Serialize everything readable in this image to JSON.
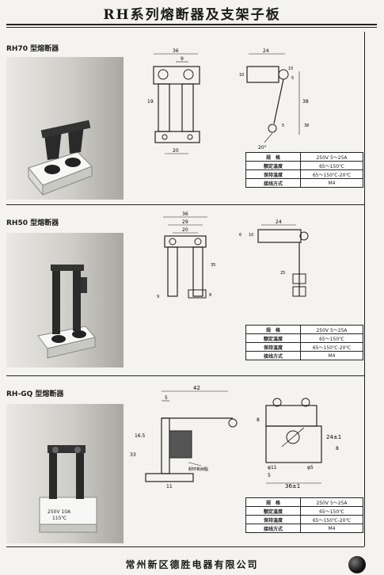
{
  "page": {
    "title": "RH系列熔断器及支架子板",
    "footer": "常州新区德胜电器有限公司"
  },
  "sections": [
    {
      "model_label": "RH70 型熔断器",
      "dims_top": [
        "36",
        "9",
        "24",
        "38"
      ],
      "dims_side": [
        "19",
        "10",
        "15",
        "5",
        "5",
        "38"
      ],
      "dims_bottom": [
        "20",
        "20°"
      ],
      "specs": [
        {
          "key": "规　格",
          "value": "250V 5～25A"
        },
        {
          "key": "额定温度",
          "value": "65～150℃"
        },
        {
          "key": "保持温度",
          "value": "65～150℃-20℃"
        },
        {
          "key": "接线方式",
          "value": "M4"
        }
      ]
    },
    {
      "model_label": "RH50 型熔断器",
      "dims_top": [
        "36",
        "29",
        "20",
        "24"
      ],
      "dims_side": [
        "6",
        "10",
        "35",
        "25",
        "9",
        "8"
      ],
      "specs": [
        {
          "key": "规　格",
          "value": "250V 5～25A"
        },
        {
          "key": "额定温度",
          "value": "65～150℃"
        },
        {
          "key": "保持温度",
          "value": "65～150℃-20℃"
        },
        {
          "key": "接线方式",
          "value": "M4"
        }
      ]
    },
    {
      "model_label": "RH-GQ 型熔断器",
      "dims_top": [
        "42",
        "5"
      ],
      "dims_side": [
        "16.5",
        "33",
        "11",
        "8",
        "24±1",
        "8"
      ],
      "dims_bottom": [
        "φ11",
        "φ5",
        "5",
        "36±1"
      ],
      "callout": "耐环氧树脂",
      "photo_label": [
        "250V 10A",
        "115℃"
      ],
      "specs": [
        {
          "key": "规　格",
          "value": "250V 5～25A"
        },
        {
          "key": "额定温度",
          "value": "65～150℃"
        },
        {
          "key": "保持温度",
          "value": "65～150℃-20℃"
        },
        {
          "key": "接线方式",
          "value": "M4"
        }
      ]
    }
  ]
}
